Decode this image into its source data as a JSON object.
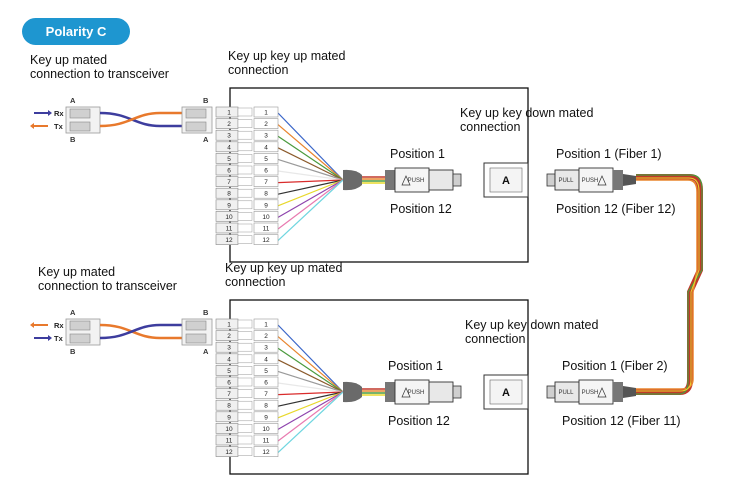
{
  "title_badge": "Polarity C",
  "colors": {
    "badge": "#1e96d0",
    "rx_arrow": "#3d3d9e",
    "tx_arrow": "#e8792c",
    "fibers": [
      "#3a66c9",
      "#e8852e",
      "#4a9a3d",
      "#8b5a2b",
      "#9a9a9a",
      "#e8e8e8",
      "#d92b2b",
      "#333333",
      "#e8d82b",
      "#8e44ad",
      "#e87ab0",
      "#6fd6e0"
    ]
  },
  "top": {
    "transceiver_label_1": "Key up mated",
    "transceiver_label_2": "connection to transceiver",
    "mated_label_1": "Key up key up mated",
    "mated_label_2": "connection",
    "adapter_label_1": "Key up key down mated",
    "adapter_label_2": "connection",
    "rx": "Rx",
    "tx": "Tx",
    "port_a": "A",
    "port_b": "B",
    "cassette_a": "A",
    "cassette_b": "B",
    "pos1_left": "Position 1",
    "pos12_left": "Position 12",
    "pos1_right": "Position 1 (Fiber 1)",
    "pos12_right": "Position 12 (Fiber 12)",
    "adapter_letter": "A",
    "positions": [
      "1",
      "2",
      "3",
      "4",
      "5",
      "6",
      "7",
      "8",
      "9",
      "10",
      "11",
      "12"
    ]
  },
  "bottom": {
    "transceiver_label_1": "Key up mated",
    "transceiver_label_2": "connection to transceiver",
    "mated_label_1": "Key up key up mated",
    "mated_label_2": "connection",
    "adapter_label_1": "Key up key down mated",
    "adapter_label_2": "connection",
    "rx": "Rx",
    "tx": "Tx",
    "port_a": "A",
    "port_b": "B",
    "cassette_a": "A",
    "cassette_b": "B",
    "pos1_left": "Position 1",
    "pos12_left": "Position 12",
    "pos1_right": "Position 1 (Fiber 2)",
    "pos12_right": "Position 12 (Fiber 11)",
    "adapter_letter": "A",
    "positions": [
      "1",
      "2",
      "3",
      "4",
      "5",
      "6",
      "7",
      "8",
      "9",
      "10",
      "11",
      "12"
    ]
  },
  "connector_text": {
    "push": "PUSH",
    "pull": "PULL"
  }
}
